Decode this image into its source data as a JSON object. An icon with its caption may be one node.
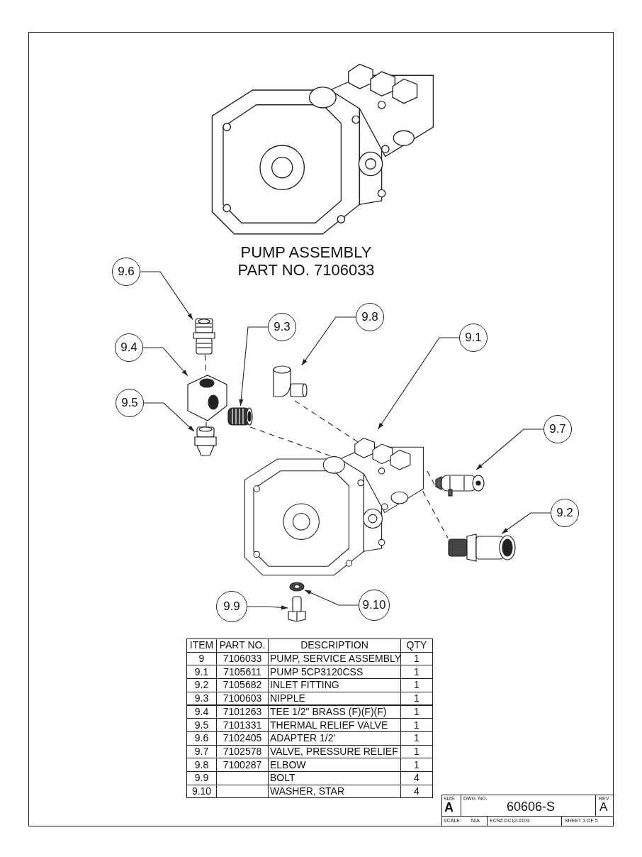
{
  "diagram": {
    "title": "PUMP ASSEMBLY PART NO. 7106033",
    "nodes": [
      {
        "text": [
          "9.6"
        ]
      },
      {
        "text": [
          "9.3"
        ]
      },
      {
        "text": [
          "9.8"
        ]
      },
      {
        "text": [
          "9.1"
        ]
      },
      {
        "text": [
          "9.4"
        ]
      },
      {
        "text": [
          "9.5"
        ]
      },
      {
        "text": [
          "9.7"
        ]
      },
      {
        "text": [
          "9.2"
        ]
      },
      {
        "text": [
          "9.9"
        ]
      },
      {
        "text": [
          "9.10"
        ]
      },
      {
        "text": [],
        "shape": "picture"
      },
      {
        "text": [],
        "shape": "picture"
      },
      {
        "text": [],
        "shape": "picture"
      },
      {
        "text": [],
        "shape": "picture"
      },
      {
        "text": [],
        "shape": "picture"
      },
      {
        "text": [],
        "shape": "picture"
      },
      {
        "text": [],
        "shape": "picture"
      },
      {
        "text": [],
        "shape": "picture"
      },
      {
        "text": [],
        "shape": "picture"
      },
      {
        "text": [],
        "shape": "picture"
      }
    ],
    "edges": [
      {
        "from": 0,
        "to": 10,
        "arrow": "to"
      },
      {
        "from": 1,
        "to": 13,
        "arrow": "to"
      },
      {
        "from": 2,
        "to": 11,
        "arrow": "to"
      },
      {
        "from": 3,
        "to": 14,
        "arrow": "to"
      },
      {
        "from": 4,
        "to": 12,
        "arrow": "to"
      },
      {
        "from": 5,
        "to": 15,
        "arrow": "to"
      },
      {
        "from": 6,
        "to": 16,
        "arrow": "to"
      },
      {
        "from": 7,
        "to": 17,
        "arrow": "to"
      },
      {
        "from": 8,
        "to": 19,
        "arrow": "to"
      },
      {
        "from": 9,
        "to": 18,
        "arrow": "to"
      },
      {
        "from": 10,
        "to": 12,
        "arrow": "none",
        "style": "dashed"
      },
      {
        "from": 12,
        "to": 15,
        "arrow": "none",
        "style": "dashed"
      },
      {
        "from": 13,
        "to": 14,
        "arrow": "none",
        "style": "dashed"
      },
      {
        "from": 11,
        "to": 14,
        "arrow": "none",
        "style": "dashed"
      },
      {
        "from": 14,
        "to": 16,
        "arrow": "none",
        "style": "dashed"
      },
      {
        "from": 14,
        "to": 17,
        "arrow": "none",
        "style": "dashed"
      }
    ],
    "labels": [
      "ITEM",
      "PART NO.",
      "DESCRIPTION",
      "QTY",
      "9",
      "7106033",
      "PUMP, SERVICE ASSEMBLY",
      "1",
      "9.1",
      "7105611",
      "PUMP 5CP3120CSS",
      "1",
      "9.2",
      "7105682",
      "INLET FITTING",
      "1",
      "9.3",
      "7100603",
      "NIPPLE",
      "1",
      "9.4",
      "7101263",
      "TEE 1/2\" BRASS (F)(F)(F)",
      "1",
      "9.5",
      "7101331",
      "THERMAL RELIEF VALVE",
      "1",
      "9.6",
      "7102405",
      "ADAPTER 1/2'",
      "1",
      "9.7",
      "7102578",
      "VALVE, PRESSURE RELIEF",
      "1",
      "9.8",
      "7100287",
      "ELBOW",
      "1",
      "9.9",
      "BOLT",
      "4",
      "9.10",
      "WASHER, STAR",
      "4",
      "SIZE",
      "A",
      "DWG. NO.",
      "60606-S",
      "REV.",
      "A",
      "SCALE:",
      "N/A",
      "ECN# DC12-0103",
      "SHEET 3 OF 5"
    ]
  }
}
